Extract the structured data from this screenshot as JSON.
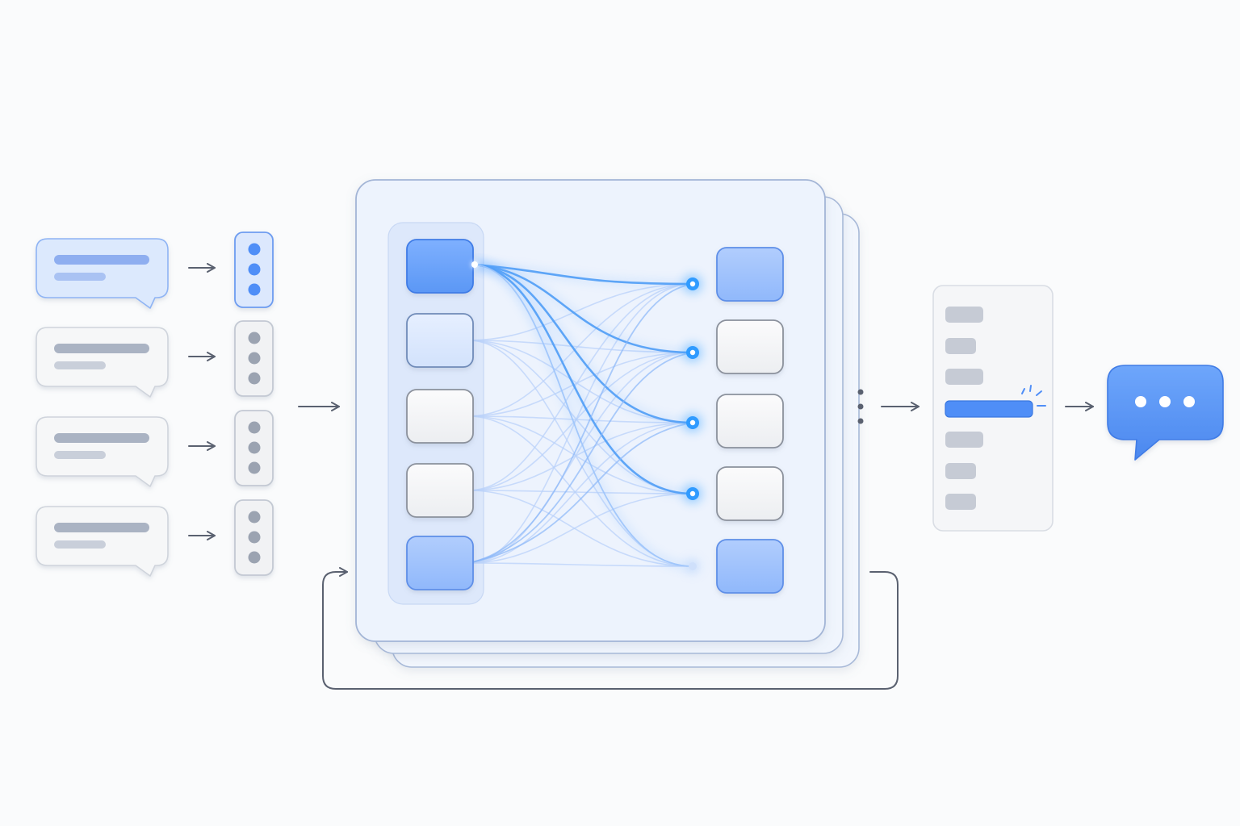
{
  "colors": {
    "background": "#fafbfc",
    "accent_blue": "#4f8ef7",
    "light_blue": "#a9c7fb",
    "pale_blue": "#dce8fd",
    "panel_fill": "#eef4fe",
    "panel_border": "#a8b9d8",
    "neutral_fill": "#f1f2f4",
    "neutral_border": "#9aa1ad",
    "neutral_bar": "#c4cad6",
    "arrow_gray": "#5a6170",
    "glow_blue": "#3da5ff"
  },
  "inputs": {
    "messages": [
      {
        "state": "active",
        "dots_state": "active"
      },
      {
        "state": "idle",
        "dots_state": "idle"
      },
      {
        "state": "idle",
        "dots_state": "idle"
      },
      {
        "state": "idle",
        "dots_state": "idle"
      }
    ]
  },
  "network": {
    "layers_behind": 2,
    "left_nodes": [
      "strong",
      "pale",
      "neutral",
      "neutral",
      "medium"
    ],
    "right_nodes": [
      "medium",
      "neutral",
      "neutral",
      "neutral",
      "medium"
    ],
    "right_port_glow": [
      true,
      true,
      true,
      true,
      false
    ],
    "strong_source_index": 0,
    "recurrent_loop": true
  },
  "output_ranking": {
    "items": [
      "idle",
      "idle",
      "idle",
      "selected",
      "idle",
      "idle",
      "idle"
    ],
    "selected_index": 3
  },
  "reply": {
    "icon": "typing-chat-bubble-icon",
    "dots": 3
  }
}
